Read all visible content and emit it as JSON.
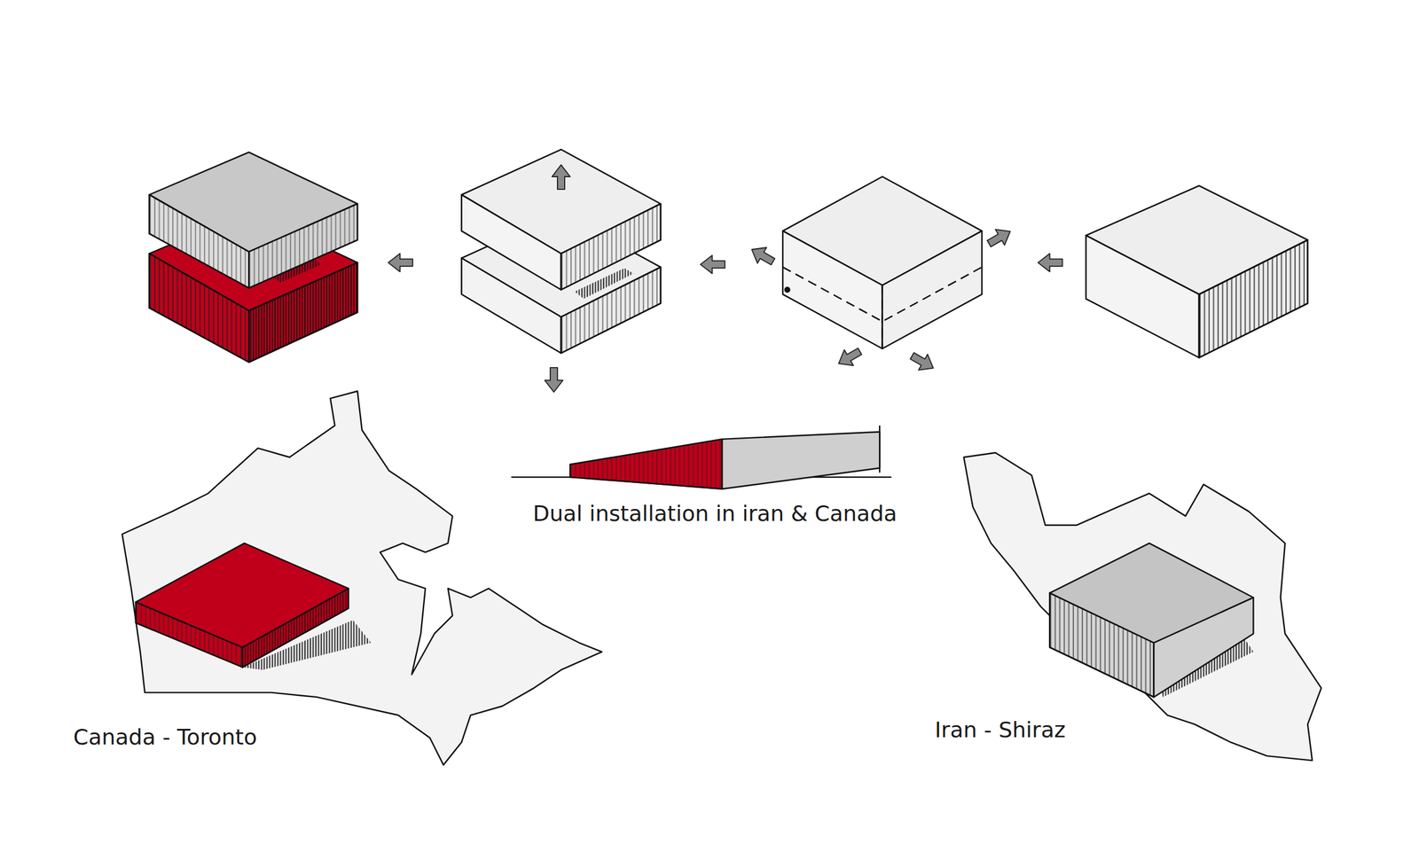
{
  "diagram": {
    "labels": [
      "Dual installation in iran & Canada",
      "Canada - Toronto",
      "Iran - Shiraz"
    ]
  }
}
